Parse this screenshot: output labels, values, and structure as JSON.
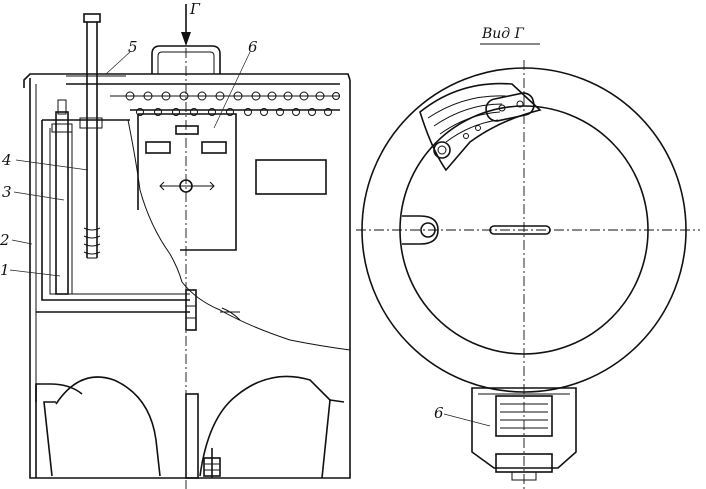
{
  "view_title": "Вид Г",
  "arrow_label": "Г",
  "callouts": {
    "c1": "1",
    "c2": "2",
    "c3": "3",
    "c4": "4",
    "c5": "5",
    "c6_top": "6",
    "c6_bottom": "6"
  }
}
